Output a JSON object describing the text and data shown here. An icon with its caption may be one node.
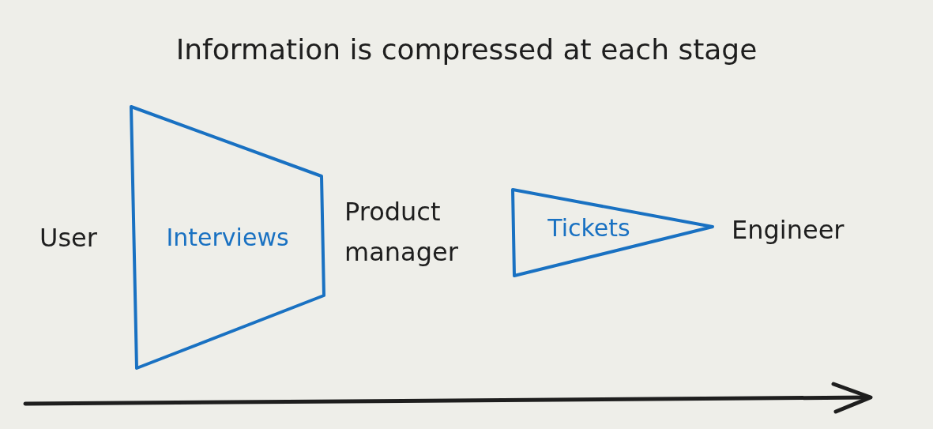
{
  "diagram": {
    "title": "Information is compressed at each stage",
    "nodes": [
      {
        "text": [
          "Interviews"
        ]
      },
      {
        "text": [
          "Tickets"
        ]
      }
    ],
    "labels": [
      "User",
      "Product manager",
      "Engineer"
    ]
  }
}
